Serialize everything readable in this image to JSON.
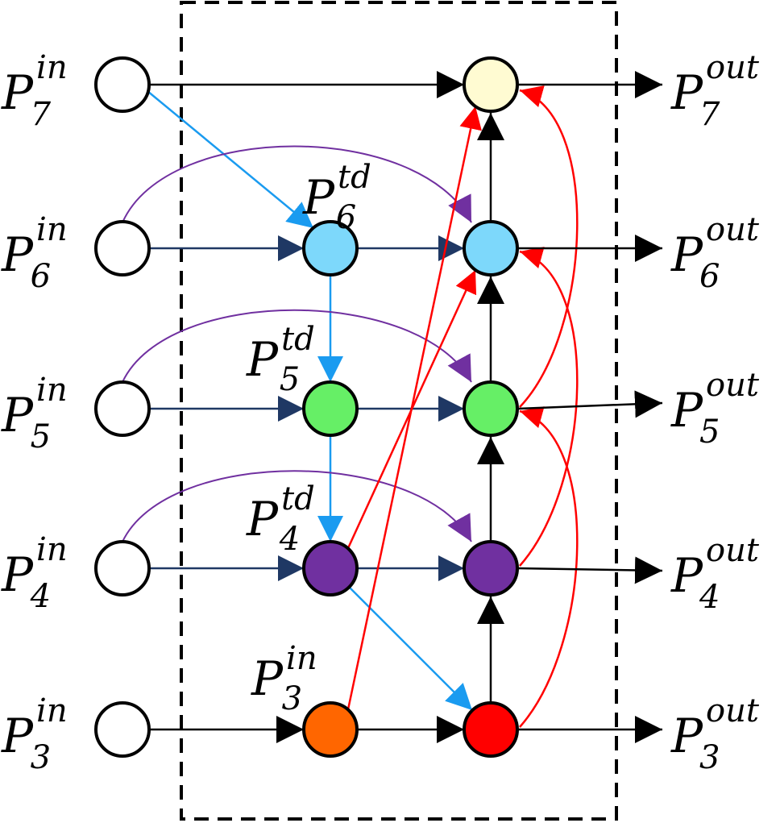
{
  "diagram": {
    "frame": {
      "style": "dashed"
    },
    "nodes": {
      "in7": {
        "label": {
          "base": "P",
          "sub": "7",
          "sup": "in"
        },
        "fill": "#ffffff"
      },
      "in6": {
        "label": {
          "base": "P",
          "sub": "6",
          "sup": "in"
        },
        "fill": "#ffffff"
      },
      "in5": {
        "label": {
          "base": "P",
          "sub": "5",
          "sup": "in"
        },
        "fill": "#ffffff"
      },
      "in4": {
        "label": {
          "base": "P",
          "sub": "4",
          "sup": "in"
        },
        "fill": "#ffffff"
      },
      "in3": {
        "label": {
          "base": "P",
          "sub": "3",
          "sup": "in"
        },
        "fill": "#ffffff"
      },
      "td6": {
        "label": {
          "base": "P",
          "sub": "6",
          "sup": "td"
        },
        "fill": "#7dd8fb"
      },
      "td5": {
        "label": {
          "base": "P",
          "sub": "5",
          "sup": "td"
        },
        "fill": "#66ef66"
      },
      "td4": {
        "label": {
          "base": "P",
          "sub": "4",
          "sup": "td"
        },
        "fill": "#7030a0"
      },
      "in3b": {
        "label": {
          "base": "P",
          "sub": "3",
          "sup": "in"
        },
        "fill": "#ff6600"
      },
      "out7": {
        "label": {
          "base": "P",
          "sub": "7",
          "sup": "out"
        },
        "fill": "#fffbd2"
      },
      "out6": {
        "label": {
          "base": "P",
          "sub": "6",
          "sup": "out"
        },
        "fill": "#7dd8fb"
      },
      "out5": {
        "label": {
          "base": "P",
          "sub": "5",
          "sup": "out"
        },
        "fill": "#66ef66"
      },
      "out4": {
        "label": {
          "base": "P",
          "sub": "4",
          "sup": "out"
        },
        "fill": "#7030a0"
      },
      "out3": {
        "label": {
          "base": "P",
          "sub": "3",
          "sup": "out"
        },
        "fill": "#ff0000"
      }
    },
    "edge_colors": {
      "black": "#000000",
      "navy": "#1f3864",
      "light_blue": "#1a9bf0",
      "purple": "#7030a0",
      "red": "#ff0000"
    },
    "edges": [
      {
        "from": "in7",
        "to": "out7",
        "color": "black"
      },
      {
        "from": "in7",
        "to": "td6",
        "color": "light_blue"
      },
      {
        "from": "in6",
        "to": "td6",
        "color": "navy"
      },
      {
        "from": "td6",
        "to": "out6",
        "color": "navy"
      },
      {
        "from": "in6",
        "to": "out6",
        "color": "purple"
      },
      {
        "from": "td6",
        "to": "td5",
        "color": "light_blue"
      },
      {
        "from": "in5",
        "to": "td5",
        "color": "navy"
      },
      {
        "from": "td5",
        "to": "out5",
        "color": "navy"
      },
      {
        "from": "in5",
        "to": "out5",
        "color": "purple"
      },
      {
        "from": "td5",
        "to": "td4",
        "color": "light_blue"
      },
      {
        "from": "in4",
        "to": "td4",
        "color": "navy"
      },
      {
        "from": "td4",
        "to": "out4",
        "color": "navy"
      },
      {
        "from": "in4",
        "to": "out4",
        "color": "purple"
      },
      {
        "from": "td4",
        "to": "out3",
        "color": "light_blue"
      },
      {
        "from": "in3",
        "to": "in3b",
        "color": "black"
      },
      {
        "from": "in3b",
        "to": "out3",
        "color": "black"
      },
      {
        "from": "out3",
        "to": "out4",
        "color": "black"
      },
      {
        "from": "out4",
        "to": "out5",
        "color": "black"
      },
      {
        "from": "out5",
        "to": "out6",
        "color": "black"
      },
      {
        "from": "out6",
        "to": "out7",
        "color": "black"
      },
      {
        "from": "in3b",
        "to": "out7",
        "color": "red"
      },
      {
        "from": "td4",
        "to": "out6",
        "color": "red"
      },
      {
        "from": "out5",
        "to": "out7",
        "color": "red"
      },
      {
        "from": "out4",
        "to": "out6",
        "color": "red"
      },
      {
        "from": "out3",
        "to": "out5",
        "color": "red"
      }
    ]
  }
}
